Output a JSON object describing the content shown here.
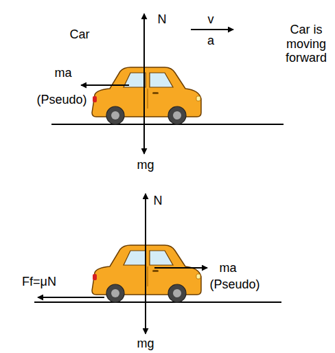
{
  "diagram": {
    "labels": [
      "N",
      "v",
      "a",
      "Car",
      "Car is moving forward",
      "ma",
      "(Pseudo)",
      "mg",
      "N",
      "ma",
      "Ff=μN",
      "(Pseudo)",
      "mg"
    ]
  }
}
